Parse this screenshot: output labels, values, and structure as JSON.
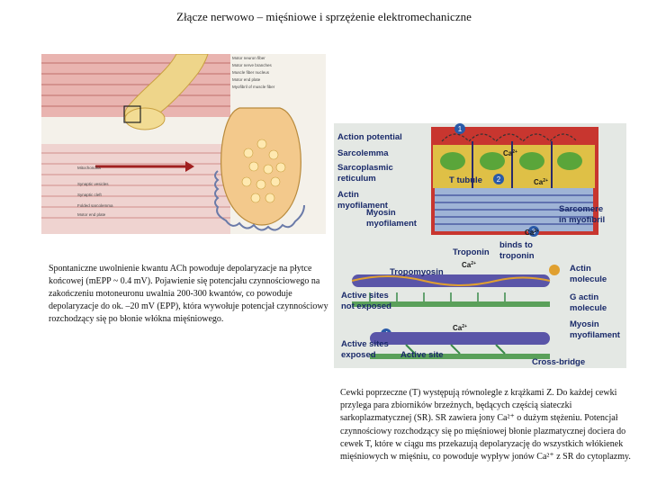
{
  "title": "Złącze nerwowo – mięśniowe i sprzężenie elektromechaniczne",
  "nmj_figure": {
    "labels": [
      "Motor neuron fiber",
      "Motor nerve branches",
      "Muscle fiber nucleus",
      "Motor end plate",
      "Myofibril of muscle fiber",
      "Mitochondria",
      "Synaptic vesicles",
      "Synaptic cleft",
      "Folded sarcolemma",
      "Motor end plate"
    ]
  },
  "ecc_figure": {
    "labels": {
      "action_potential": "Action potential",
      "sarcolemma": "Sarcolemma",
      "sarcoplasmic": "Sarcoplasmic",
      "reticulum": "reticulum",
      "actin": "Actin",
      "myofilament": "myofilament",
      "myosin": "Myosin",
      "myosin_myofilament": "myofilament",
      "t_tubule": "T tubule",
      "sarcomere": "Sarcomere",
      "in_myofibril": "in myofibril",
      "troponin": "Troponin",
      "binds_to": "binds to",
      "troponin2": "troponin",
      "tropomyosin": "Tropomyosin",
      "actin_mol": "Actin",
      "actin_mol2": "molecule",
      "g_actin": "G actin",
      "g_actin2": "molecule",
      "myosin_mol": "Myosin",
      "myosin_mol2": "myofilament",
      "active_sites": "Active sites",
      "not_exposed": "not exposed",
      "active_sites2": "Active sites",
      "exposed": "exposed",
      "active_site": "Active site",
      "cross_bridge": "Cross-bridge",
      "ca": "Ca",
      "ca_sup": "2+",
      "step1": "1",
      "step2": "2",
      "step3": "3",
      "step4": "4"
    }
  },
  "left_note": "Spontaniczne uwolnienie kwantu ACh powoduje depolaryzacje na płytce końcowej (mEPP ~ 0.4 mV). Pojawienie się potencjału czynnościowego na zakończeniu motoneuronu uwalnia 200-300 kwantów, co powoduje depolaryzacje do ok. –20 mV (EPP), która wywołuje potencjał czynnościowy rozchodzący się po błonie włókna mięśniowego.",
  "right_note": "Cewki poprzeczne (T) występują równolegle z krążkami Z. Do każdej cewki przylega para zbiorników brzeżnych, będących częścią siateczki sarkoplazmatycznej (SR). SR zawiera jony Ca²⁺ o dużym stężeniu. Potencjał czynnościowy rozchodzący się po mięśniowej błonie plazmatycznej dociera do cewek T, które w ciągu ms przekazują depolaryzację do wszystkich włókienek mięśniowych w mięśniu, co powoduje wypływ jonów Ca²⁺ z SR do cytoplazmy."
}
